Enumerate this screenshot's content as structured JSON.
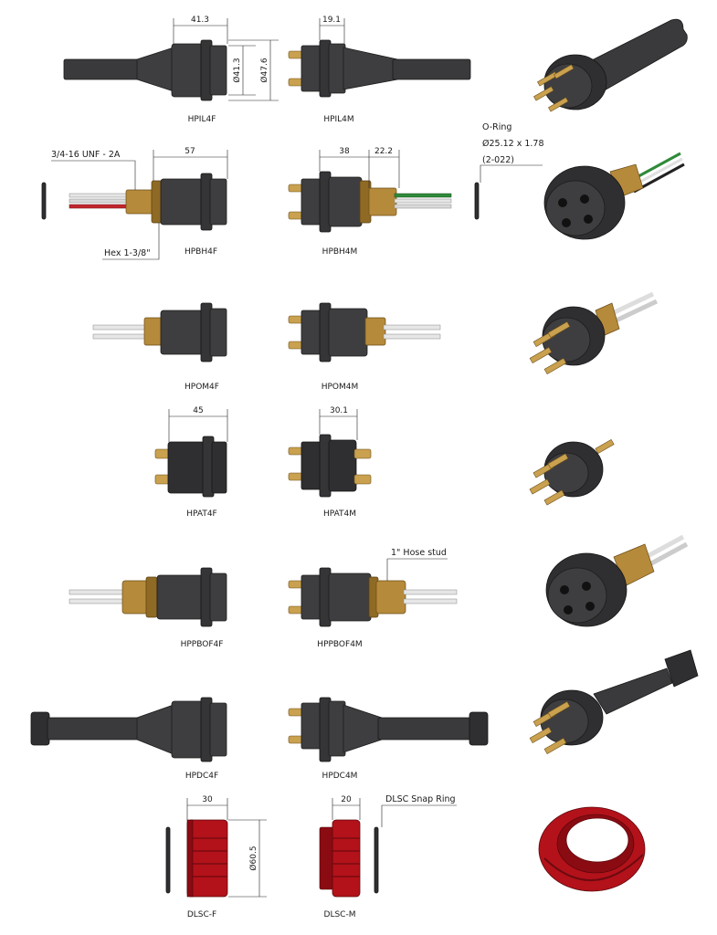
{
  "labels": {
    "hpil4f": "HPIL4F",
    "hpil4m": "HPIL4M",
    "hpbh4f": "HPBH4F",
    "hpbh4m": "HPBH4M",
    "hpom4f": "HPOM4F",
    "hpom4m": "HPOM4M",
    "hpat4f": "HPAT4F",
    "hpat4m": "HPAT4M",
    "hppbof4f": "HPPBOF4F",
    "hppbof4m": "HPPBOF4M",
    "hpdc4f": "HPDC4F",
    "hpdc4m": "HPDC4M",
    "dlscf": "DLSC-F",
    "dlscm": "DLSC-M"
  },
  "dimensions": {
    "hpil4f_length": "41.3",
    "hpil4f_dia_inner": "Ø41.3",
    "hpil4f_dia_outer": "Ø47.6",
    "hpil4m_length": "19.1",
    "hpbh4f_length": "57",
    "hpbh4m_length": "38",
    "hpbh4m_thread": "22.2",
    "hpat4f_length": "45",
    "hpat4m_length": "30.1",
    "dlscf_length": "30",
    "dlscf_dia": "Ø60.5",
    "dlscm_length": "20"
  },
  "callouts": {
    "thread": "3/4-16 UNF - 2A",
    "hex": "Hex 1-3/8\"",
    "oring_title": "O-Ring",
    "oring_size": "Ø25.12 x 1.78",
    "oring_code": "(2-022)",
    "hose_stud": "1\" Hose stud",
    "snap_ring": "DLSC Snap Ring"
  }
}
